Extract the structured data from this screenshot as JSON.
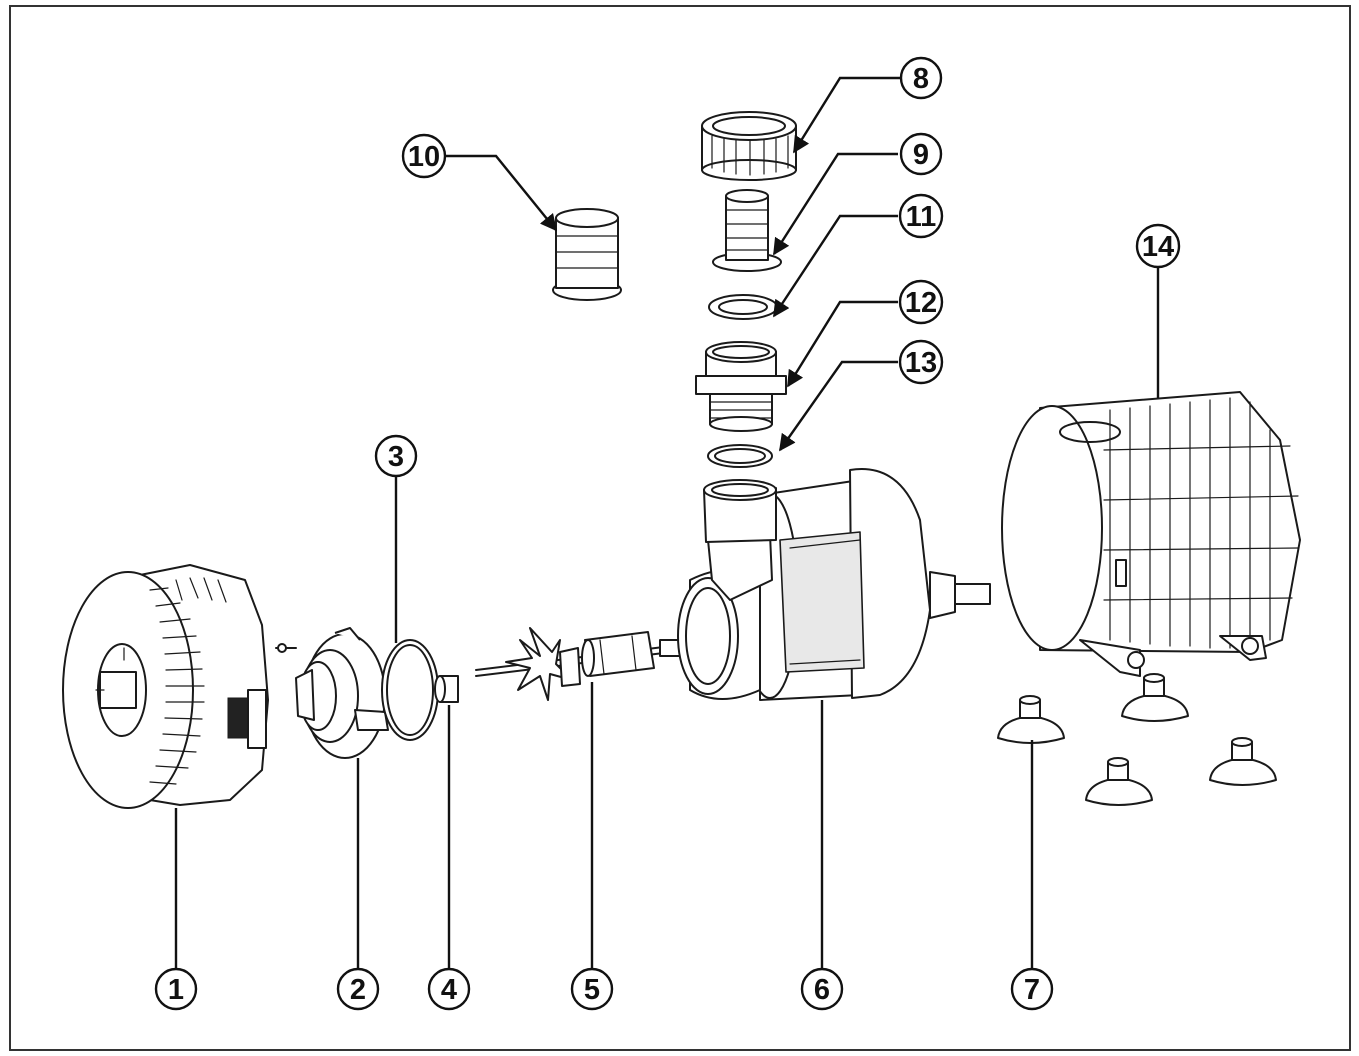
{
  "callouts": [
    {
      "id": "1",
      "label": "1"
    },
    {
      "id": "2",
      "label": "2"
    },
    {
      "id": "3",
      "label": "3"
    },
    {
      "id": "4",
      "label": "4"
    },
    {
      "id": "5",
      "label": "5"
    },
    {
      "id": "6",
      "label": "6"
    },
    {
      "id": "7",
      "label": "7"
    },
    {
      "id": "8",
      "label": "8"
    },
    {
      "id": "9",
      "label": "9"
    },
    {
      "id": "10",
      "label": "10"
    },
    {
      "id": "11",
      "label": "11"
    },
    {
      "id": "12",
      "label": "12"
    },
    {
      "id": "13",
      "label": "13"
    },
    {
      "id": "14",
      "label": "14"
    }
  ],
  "colors": {
    "line": "#111111",
    "background": "#ffffff",
    "frame": "#333333"
  }
}
